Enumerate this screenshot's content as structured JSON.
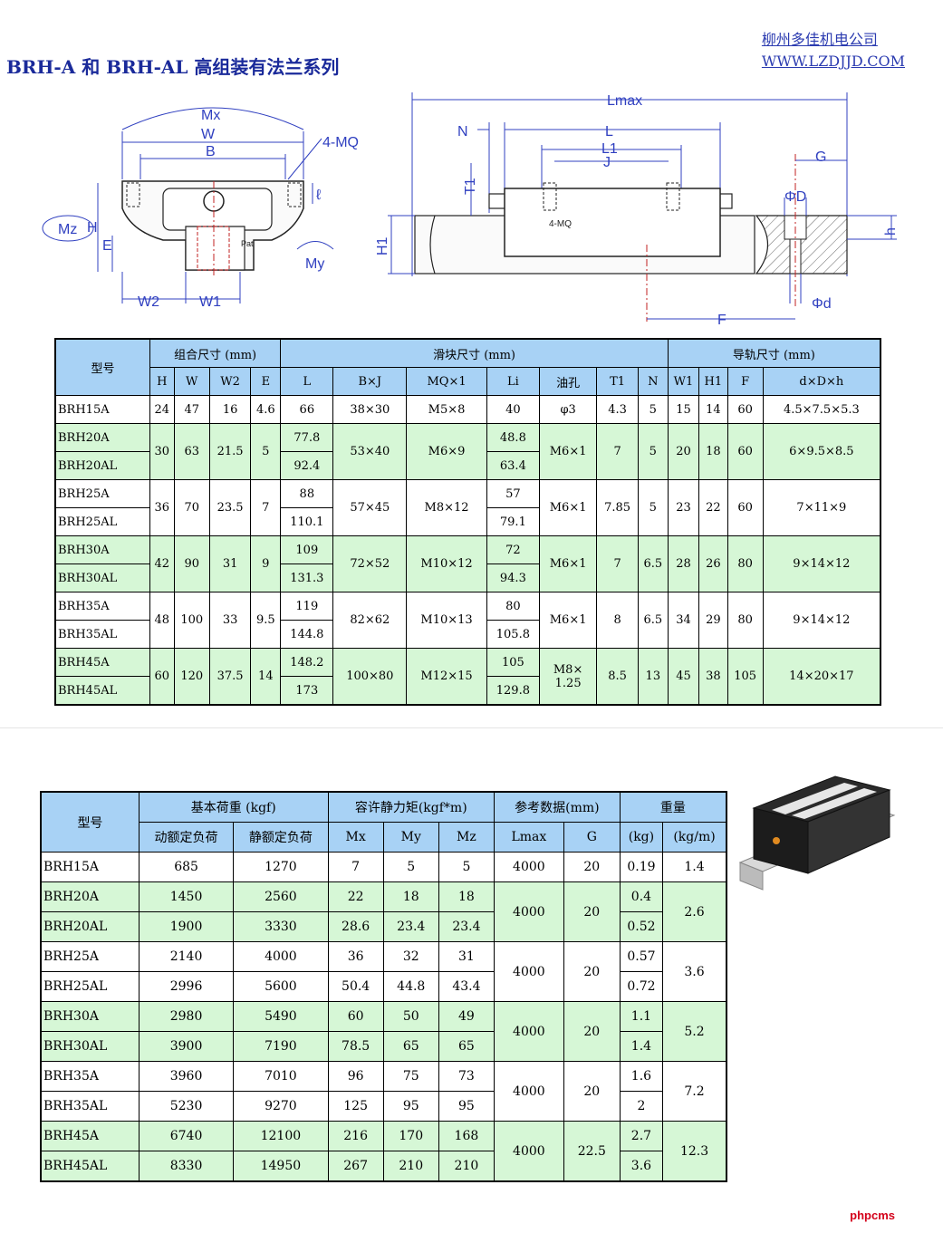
{
  "header": {
    "title": "BRH-A 和 BRH-AL 高组装有法兰系列",
    "company": "柳州多佳机电公司",
    "website": "WWW.LZDJJD.COM"
  },
  "drawing": {
    "labels": {
      "mx": "Mx",
      "w": "W",
      "b": "B",
      "mq": "4-MQ",
      "ell": "ℓ",
      "h": "H",
      "e": "E",
      "mz": "Mz",
      "my": "My",
      "w2": "W2",
      "w1": "W1",
      "pat": "Pat",
      "lmax": "Lmax",
      "l": "L",
      "n": "N",
      "l1": "L1",
      "j": "J",
      "t1": "T1",
      "h1": "H1",
      "mq2": "4-MQ",
      "g": "G",
      "phid": "ΦD",
      "hsmall": "h",
      "phid2": "Φd",
      "f": "F"
    }
  },
  "table1": {
    "group_headers": [
      "型号",
      "组合尺寸 (mm)",
      "滑块尺寸 (mm)",
      "导轨尺寸 (mm)"
    ],
    "columns": [
      "H",
      "W",
      "W2",
      "E",
      "L",
      "B×J",
      "MQ×1",
      "Li",
      "油孔",
      "T1",
      "N",
      "W1",
      "H1",
      "F",
      "d×D×h"
    ],
    "rows": [
      {
        "a": "BRH15A",
        "b": "",
        "H": "24",
        "W": "47",
        "W2": "16",
        "E": "4.6",
        "L": [
          "66",
          ""
        ],
        "BJ": "38×30",
        "MQ": "M5×8",
        "Li": [
          "40",
          ""
        ],
        "oil": "φ3",
        "T1": "4.3",
        "N": "5",
        "W1": "15",
        "H1": "14",
        "F": "60",
        "dDh": "4.5×7.5×5.3"
      },
      {
        "a": "BRH20A",
        "b": "BRH20AL",
        "H": "30",
        "W": "63",
        "W2": "21.5",
        "E": "5",
        "L": [
          "77.8",
          "92.4"
        ],
        "BJ": "53×40",
        "MQ": "M6×9",
        "Li": [
          "48.8",
          "63.4"
        ],
        "oil": "M6×1",
        "T1": "7",
        "N": "5",
        "W1": "20",
        "H1": "18",
        "F": "60",
        "dDh": "6×9.5×8.5"
      },
      {
        "a": "BRH25A",
        "b": "BRH25AL",
        "H": "36",
        "W": "70",
        "W2": "23.5",
        "E": "7",
        "L": [
          "88",
          "110.1"
        ],
        "BJ": "57×45",
        "MQ": "M8×12",
        "Li": [
          "57",
          "79.1"
        ],
        "oil": "M6×1",
        "T1": "7.85",
        "N": "5",
        "W1": "23",
        "H1": "22",
        "F": "60",
        "dDh": "7×11×9"
      },
      {
        "a": "BRH30A",
        "b": "BRH30AL",
        "H": "42",
        "W": "90",
        "W2": "31",
        "E": "9",
        "L": [
          "109",
          "131.3"
        ],
        "BJ": "72×52",
        "MQ": "M10×12",
        "Li": [
          "72",
          "94.3"
        ],
        "oil": "M6×1",
        "T1": "7",
        "N": "6.5",
        "W1": "28",
        "H1": "26",
        "F": "80",
        "dDh": "9×14×12"
      },
      {
        "a": "BRH35A",
        "b": "BRH35AL",
        "H": "48",
        "W": "100",
        "W2": "33",
        "E": "9.5",
        "L": [
          "119",
          "144.8"
        ],
        "BJ": "82×62",
        "MQ": "M10×13",
        "Li": [
          "80",
          "105.8"
        ],
        "oil": "M6×1",
        "T1": "8",
        "N": "6.5",
        "W1": "34",
        "H1": "29",
        "F": "80",
        "dDh": "9×14×12"
      },
      {
        "a": "BRH45A",
        "b": "BRH45AL",
        "H": "60",
        "W": "120",
        "W2": "37.5",
        "E": "14",
        "L": [
          "148.2",
          "173"
        ],
        "BJ": "100×80",
        "MQ": "M12×15",
        "Li": [
          "105",
          "129.8"
        ],
        "oil": "M8×\n1.25",
        "T1": "8.5",
        "N": "13",
        "W1": "45",
        "H1": "38",
        "F": "105",
        "dDh": "14×20×17"
      }
    ]
  },
  "table2": {
    "group_headers": [
      "型号",
      "基本荷重 (kgf)",
      "容许静力矩(kgf*m)",
      "参考数据(mm)",
      "重量"
    ],
    "columns": [
      "动额定负荷",
      "静额定负荷",
      "Mx",
      "My",
      "Mz",
      "Lmax",
      "G",
      "(kg)",
      "(kg/m)"
    ],
    "rows": [
      {
        "a": "BRH15A",
        "b": "",
        "dyn": [
          "685",
          ""
        ],
        "sta": [
          "1270",
          ""
        ],
        "mx": [
          "7",
          ""
        ],
        "my": [
          "5",
          ""
        ],
        "mz": [
          "5",
          ""
        ],
        "lmax": "4000",
        "g": "20",
        "kg": [
          "0.19",
          ""
        ],
        "kgm": "1.4"
      },
      {
        "a": "BRH20A",
        "b": "BRH20AL",
        "dyn": [
          "1450",
          "1900"
        ],
        "sta": [
          "2560",
          "3330"
        ],
        "mx": [
          "22",
          "28.6"
        ],
        "my": [
          "18",
          "23.4"
        ],
        "mz": [
          "18",
          "23.4"
        ],
        "lmax": "4000",
        "g": "20",
        "kg": [
          "0.4",
          "0.52"
        ],
        "kgm": "2.6"
      },
      {
        "a": "BRH25A",
        "b": "BRH25AL",
        "dyn": [
          "2140",
          "2996"
        ],
        "sta": [
          "4000",
          "5600"
        ],
        "mx": [
          "36",
          "50.4"
        ],
        "my": [
          "32",
          "44.8"
        ],
        "mz": [
          "31",
          "43.4"
        ],
        "lmax": "4000",
        "g": "20",
        "kg": [
          "0.57",
          "0.72"
        ],
        "kgm": "3.6"
      },
      {
        "a": "BRH30A",
        "b": "BRH30AL",
        "dyn": [
          "2980",
          "3900"
        ],
        "sta": [
          "5490",
          "7190"
        ],
        "mx": [
          "60",
          "78.5"
        ],
        "my": [
          "50",
          "65"
        ],
        "mz": [
          "49",
          "65"
        ],
        "lmax": "4000",
        "g": "20",
        "kg": [
          "1.1",
          "1.4"
        ],
        "kgm": "5.2"
      },
      {
        "a": "BRH35A",
        "b": "BRH35AL",
        "dyn": [
          "3960",
          "5230"
        ],
        "sta": [
          "7010",
          "9270"
        ],
        "mx": [
          "96",
          "125"
        ],
        "my": [
          "75",
          "95"
        ],
        "mz": [
          "73",
          "95"
        ],
        "lmax": "4000",
        "g": "20",
        "kg": [
          "1.6",
          "2"
        ],
        "kgm": "7.2"
      },
      {
        "a": "BRH45A",
        "b": "BRH45AL",
        "dyn": [
          "6740",
          "8330"
        ],
        "sta": [
          "12100",
          "14950"
        ],
        "mx": [
          "216",
          "267"
        ],
        "my": [
          "170",
          "210"
        ],
        "mz": [
          "168",
          "210"
        ],
        "lmax": "4000",
        "g": "22.5",
        "kg": [
          "2.7",
          "3.6"
        ],
        "kgm": "12.3"
      }
    ]
  },
  "watermark": "phpcms",
  "colors": {
    "header_blue": "#a8d2f5",
    "row_green": "#d6f7d6",
    "title_blue": "#1a2a9a",
    "link_blue": "#2b3bb0",
    "dimension_blue": "#3040c0",
    "watermark_red": "#d4001a"
  }
}
